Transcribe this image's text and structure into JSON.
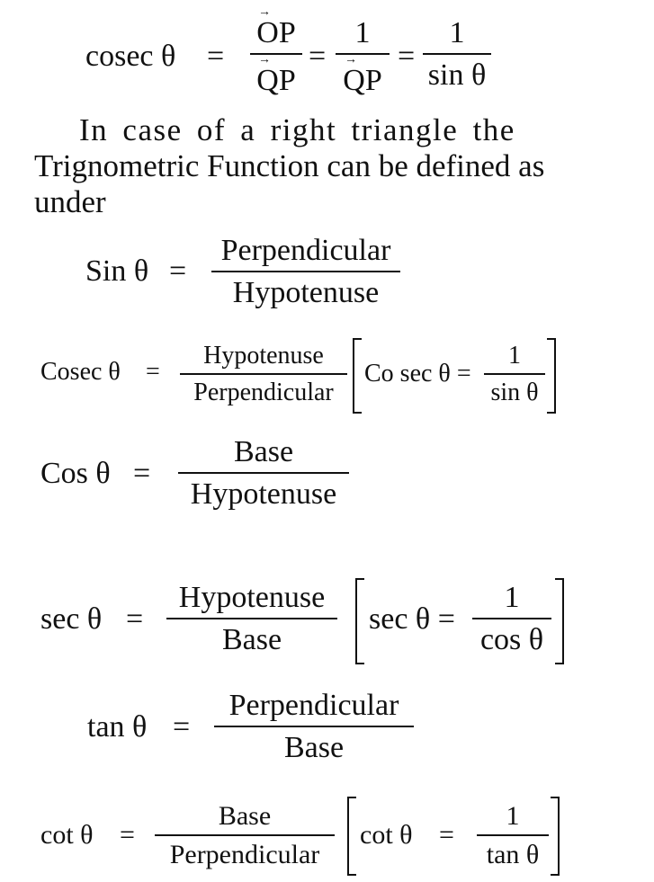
{
  "eq1": {
    "lhs": "cosec θ",
    "eq": "=",
    "f1_num": "OP",
    "f1_den": "QP",
    "f2_num": "1",
    "f2_den": "QP",
    "f3_num": "1",
    "f3_den": "sin θ"
  },
  "paragraph": [
    "In case of a right triangle the",
    "Trignometric Function can be defined as",
    "under"
  ],
  "sin": {
    "lhs": "Sin θ",
    "eq": "=",
    "num": "Perpendicular",
    "den": "Hypotenuse"
  },
  "cosec": {
    "lhs": "Cosec θ",
    "eq": "=",
    "num": "Hypotenuse",
    "den": "Perpendicular",
    "note_lhs": "Co sec θ =",
    "note_num": "1",
    "note_den": "sin θ"
  },
  "cos": {
    "lhs": "Cos θ",
    "eq": "=",
    "num": "Base",
    "den": "Hypotenuse"
  },
  "sec": {
    "lhs": "sec θ",
    "eq": "=",
    "num": "Hypotenuse",
    "den": "Base",
    "note_lhs": "sec θ =",
    "note_num": "1",
    "note_den": "cos θ"
  },
  "tan": {
    "lhs": "tan θ",
    "eq": "=",
    "num": "Perpendicular",
    "den": "Base"
  },
  "cot": {
    "lhs": "cot θ",
    "eq": "=",
    "num": "Base",
    "den": "Perpendicular",
    "note_lhs": "cot θ",
    "note_eq": "=",
    "note_num": "1",
    "note_den": "tan θ"
  }
}
